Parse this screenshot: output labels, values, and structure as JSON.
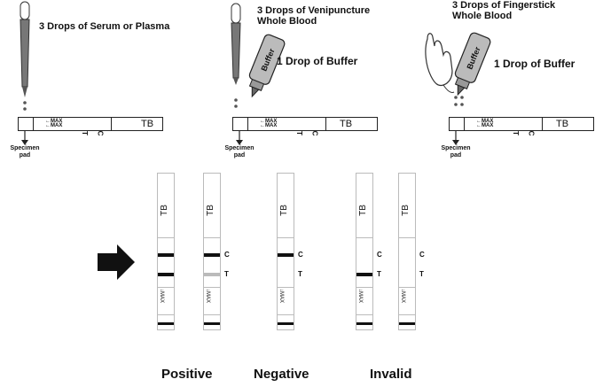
{
  "panels": [
    {
      "instruction_line1": "3 Drops of Serum or Plasma",
      "instruction_line2": "",
      "buffer_instruction": ""
    },
    {
      "instruction_line1": "3 Drops of  Venipuncture",
      "instruction_line2": "Whole Blood",
      "buffer_instruction": "1 Drop of Buffer"
    },
    {
      "instruction_line1": "3 Drops of  Fingerstick",
      "instruction_line2": "Whole Blood",
      "buffer_instruction": "1 Drop of Buffer"
    }
  ],
  "cassette": {
    "label": "TB",
    "max_label": "MAX",
    "c_mark": "C",
    "t_mark": "T",
    "specimen_pad_line1": "Specimen",
    "specimen_pad_line2": "pad"
  },
  "buffer_bottle_label": "Buffer",
  "strip": {
    "label": "TB",
    "c_label": "C",
    "t_label": "T",
    "max_label": "MAX"
  },
  "results": {
    "positive": "Positive",
    "negative": "Negative",
    "invalid": "Invalid"
  }
}
